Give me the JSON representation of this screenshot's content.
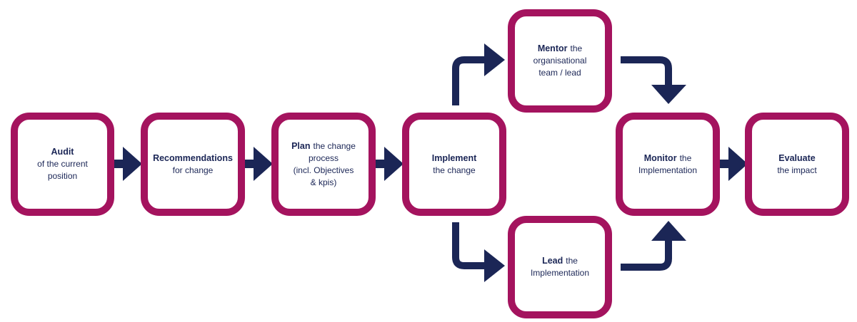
{
  "colors": {
    "box_border": "#a4135e",
    "arrow": "#1b2656",
    "text": "#1b2656"
  },
  "steps": {
    "audit": {
      "bold": "Audit",
      "lines": [
        "of the current",
        "position"
      ]
    },
    "recommend": {
      "bold": "Recommendations",
      "lines": [
        "for change"
      ]
    },
    "plan": {
      "bold": "Plan",
      "rest": "the change",
      "lines": [
        "process",
        "(incl. Objectives",
        "& kpis)"
      ]
    },
    "implement": {
      "bold": "Implement",
      "lines": [
        "the change"
      ]
    },
    "mentor": {
      "bold": "Mentor",
      "rest": "the",
      "lines": [
        "organisational",
        "team / lead"
      ]
    },
    "lead": {
      "bold": "Lead",
      "rest": "the",
      "lines": [
        "Implementation"
      ]
    },
    "monitor": {
      "bold": "Monitor",
      "rest": "the",
      "lines": [
        "Implementation"
      ]
    },
    "evaluate": {
      "bold": "Evaluate",
      "lines": [
        "the impact"
      ]
    }
  }
}
